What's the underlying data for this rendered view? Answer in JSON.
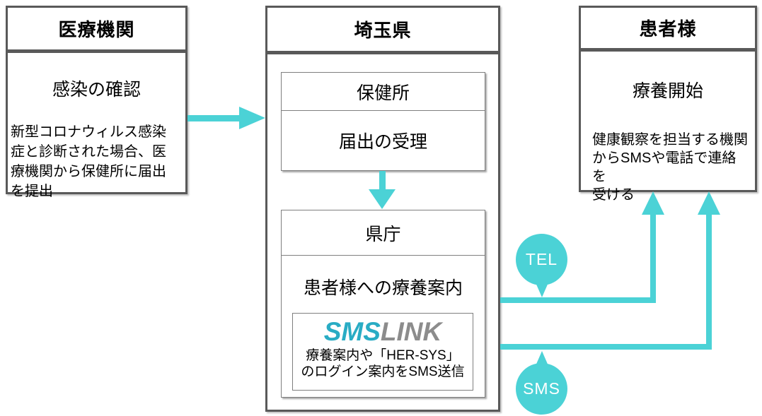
{
  "colors": {
    "accent": "#4BD2D6",
    "box_border": "#595959",
    "inner_border": "#7F7F7F",
    "logo_teal": "#29ACC4",
    "logo_gray": "#8C8C8C"
  },
  "medical": {
    "title": "医療機関",
    "subtitle": "感染の確認",
    "description": "新型コロナウィルス感染\n症と診断された場合、医\n療機関から保健所に届出\nを提出"
  },
  "saitama": {
    "title": "埼玉県",
    "health_center": {
      "title": "保健所",
      "action": "届出の受理"
    },
    "prefecture_office": {
      "title": "県庁",
      "action": "患者様への療養案内"
    },
    "smslink": {
      "logo_sms": "SMS",
      "logo_link": "LINK",
      "description": "療養案内や「HER-SYS」\nのログイン案内をSMS送信"
    }
  },
  "patient": {
    "title": "患者様",
    "subtitle": "療養開始",
    "description": "健康観察を担当する機関\nからSMSや電話で連絡を\n受ける"
  },
  "badges": {
    "tel": "TEL",
    "sms": "SMS"
  }
}
